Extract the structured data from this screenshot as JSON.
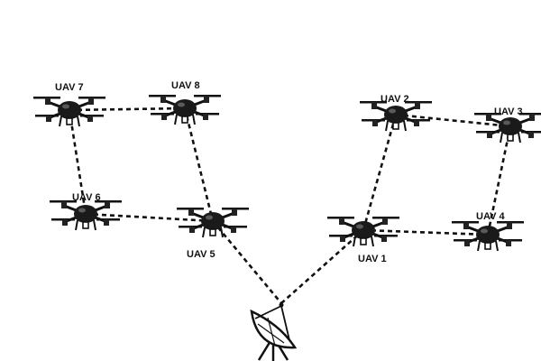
{
  "uavs": [
    {
      "id": "uav1",
      "label": "UAV 1"
    },
    {
      "id": "uav2",
      "label": "UAV 2"
    },
    {
      "id": "uav3",
      "label": "UAV 3"
    },
    {
      "id": "uav4",
      "label": "UAV 4"
    },
    {
      "id": "uav5",
      "label": "UAV 5"
    },
    {
      "id": "uav6",
      "label": "UAV 6"
    },
    {
      "id": "uav7",
      "label": "UAV 7"
    },
    {
      "id": "uav8",
      "label": "UAV 8"
    }
  ],
  "links": [
    [
      "uav7",
      "uav8"
    ],
    [
      "uav7",
      "uav6"
    ],
    [
      "uav8",
      "uav5"
    ],
    [
      "uav6",
      "uav5"
    ],
    [
      "uav5",
      "ground-station"
    ],
    [
      "uav1",
      "ground-station"
    ],
    [
      "uav1",
      "uav2"
    ],
    [
      "uav2",
      "uav3"
    ],
    [
      "uav3",
      "uav4"
    ],
    [
      "uav1",
      "uav4"
    ]
  ]
}
